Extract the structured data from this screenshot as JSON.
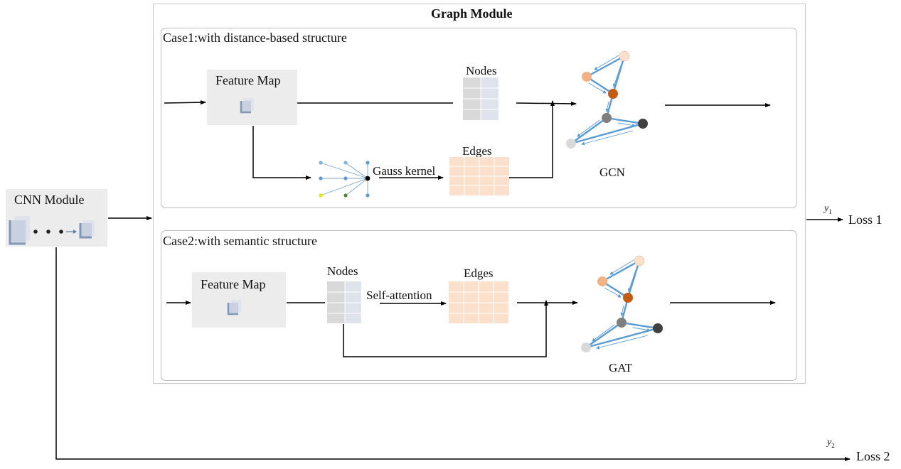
{
  "graph_module": {
    "title": "Graph Module"
  },
  "cnn_module": {
    "label": "CNN Module"
  },
  "case1": {
    "title": "Case1:with distance-based structure",
    "feature_map": "Feature Map",
    "nodes": "Nodes",
    "edges": "Edges",
    "kernel": "Gauss kernel",
    "network": "GCN"
  },
  "case2": {
    "title": "Case2:with semantic structure",
    "feature_map": "Feature Map",
    "nodes": "Nodes",
    "edges": "Edges",
    "attention": "Self-attention",
    "network": "GAT"
  },
  "outputs": {
    "y1": "y",
    "y1_sub": "1",
    "loss1": "Loss 1",
    "y2": "y",
    "y2_sub": "2",
    "loss2": "Loss 2"
  },
  "colors": {
    "box_fill": "#ececec",
    "nodes_grid_left": "#d9d9d9",
    "nodes_grid_right": "#dfe3ec",
    "edges_grid": "#fbe0cc",
    "graph_edge": "#5b9bd5",
    "node_orange": "#c55a11",
    "node_peach": "#f4b183",
    "node_light_peach": "#fbe0cc",
    "node_dark": "#404040",
    "node_gray": "#7f7f7f",
    "node_light_gray": "#d9d9d9"
  }
}
